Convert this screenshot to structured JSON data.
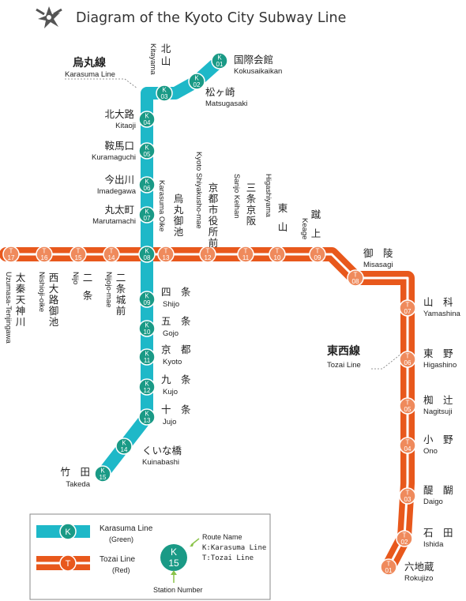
{
  "title": "Diagram of the Kyoto City Subway Line",
  "lines": {
    "karasuma": {
      "name_ja": "烏丸線",
      "name_en": "Karasuma Line",
      "color": "#1eb8c8",
      "code": "K"
    },
    "tozai": {
      "name_ja": "東西線",
      "name_en": "Tozai Line",
      "color": "#e8581c",
      "code": "T"
    }
  },
  "karasuma_stations": [
    {
      "num": "01",
      "ja": "国際会館",
      "en": "Kokusaikaikan"
    },
    {
      "num": "02",
      "ja": "松ヶ崎",
      "en": "Matsugasaki"
    },
    {
      "num": "03",
      "ja": "北山",
      "en": "Kitayama"
    },
    {
      "num": "04",
      "ja": "北大路",
      "en": "Kitaoji"
    },
    {
      "num": "05",
      "ja": "鞍馬口",
      "en": "Kuramaguchi"
    },
    {
      "num": "06",
      "ja": "今出川",
      "en": "Imadegawa"
    },
    {
      "num": "07",
      "ja": "丸太町",
      "en": "Marutamachi"
    },
    {
      "num": "08",
      "ja": "烏丸御池",
      "en": "Karasuma Oike"
    },
    {
      "num": "09",
      "ja": "四　条",
      "en": "Shijo"
    },
    {
      "num": "10",
      "ja": "五　条",
      "en": "Gojo"
    },
    {
      "num": "11",
      "ja": "京　都",
      "en": "Kyoto"
    },
    {
      "num": "12",
      "ja": "九　条",
      "en": "Kujo"
    },
    {
      "num": "13",
      "ja": "十　条",
      "en": "Jujo"
    },
    {
      "num": "14",
      "ja": "くいな橋",
      "en": "Kuinabashi"
    },
    {
      "num": "15",
      "ja": "竹　田",
      "en": "Takeda"
    }
  ],
  "tozai_stations": [
    {
      "num": "01",
      "ja": "六地蔵",
      "en": "Rokujizo"
    },
    {
      "num": "02",
      "ja": "石　田",
      "en": "Ishida"
    },
    {
      "num": "03",
      "ja": "醍　醐",
      "en": "Daigo"
    },
    {
      "num": "04",
      "ja": "小　野",
      "en": "Ono"
    },
    {
      "num": "05",
      "ja": "椥　辻",
      "en": "Nagitsuji"
    },
    {
      "num": "06",
      "ja": "東　野",
      "en": "Higashino"
    },
    {
      "num": "07",
      "ja": "山　科",
      "en": "Yamashina"
    },
    {
      "num": "08",
      "ja": "御　陵",
      "en": "Misasagi"
    },
    {
      "num": "09",
      "ja": "蹴上",
      "en": "Keage"
    },
    {
      "num": "10",
      "ja": "東山",
      "en": "Higashiyama"
    },
    {
      "num": "11",
      "ja": "三条京阪",
      "en": "Sanjo Keihan"
    },
    {
      "num": "12",
      "ja": "京都市役所前",
      "en": "Kyoto Shiyakusho-mae"
    },
    {
      "num": "13",
      "ja": "烏丸御池",
      "en": "Karasuma Oike"
    },
    {
      "num": "14",
      "ja": "二条城前",
      "en": "Nijojo-mae"
    },
    {
      "num": "15",
      "ja": "二　条",
      "en": "Nijo"
    },
    {
      "num": "16",
      "ja": "西大路御池",
      "en": "Nishioji-oike"
    },
    {
      "num": "17",
      "ja": "太秦天神川",
      "en": "Uzumasa-Tenjingawa"
    }
  ],
  "legend": {
    "karasuma_label": "Karasuma Line",
    "karasuma_color_note": "(Green)",
    "tozai_label": "Tozai Line",
    "tozai_color_note": "(Red)",
    "route_name_title": "Route Name",
    "route_name_k": "K:Karasuma Line",
    "route_name_t": "T:Tozai Line",
    "station_number_label": "Station Number",
    "sample_code": "K",
    "sample_num": "15",
    "k_letter": "K",
    "t_letter": "T"
  },
  "icons": {
    "logo": "kyoto-city-emblem-icon"
  }
}
